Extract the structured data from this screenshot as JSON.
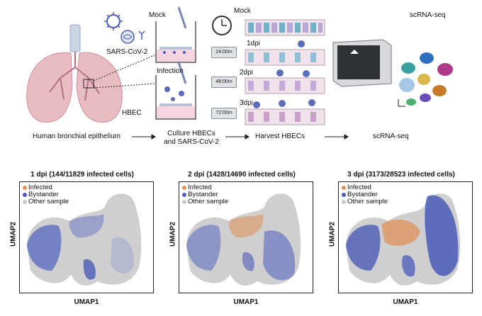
{
  "schematic": {
    "virus_label": "SARS-CoV-2",
    "mock_label": "Mock",
    "infection_label": "Infection",
    "hbec_label": "HBEC",
    "harvest_mock_label": "Mock",
    "timepoints": [
      "1dpi",
      "2dpi",
      "3dpi"
    ],
    "timers": [
      "24:00m",
      "48:00m",
      "72:00m"
    ],
    "scrna_title": "scRNA-seq"
  },
  "flow": {
    "step1": "Human bronchial epithelium",
    "step2_line1": "Culture HBECs",
    "step2_line2": "and SARS-CoV-2",
    "step3": "Harvest HBECs",
    "step4": "scRNA-seq"
  },
  "panels": [
    {
      "title": "1 dpi (144/11829 infected cells)",
      "xlabel": "UMAP1",
      "ylabel": "UMAP2",
      "legend": [
        "Infected",
        "Bystander",
        "Other sample"
      ]
    },
    {
      "title": "2 dpi (1428/14690 infected cells)",
      "xlabel": "UMAP1",
      "ylabel": "UMAP2",
      "legend": [
        "Infected",
        "Bystander",
        "Other sample"
      ]
    },
    {
      "title": "3 dpi (3173/28523 infected cells)",
      "xlabel": "UMAP1",
      "ylabel": "UMAP2",
      "legend": [
        "Infected",
        "Bystander",
        "Other sample"
      ]
    }
  ],
  "colors": {
    "infected": "#e0915a",
    "bystander": "#4a5bb8",
    "other": "#c9c9c9",
    "virus": "#5b6db8",
    "lung": "#e8b8c0",
    "media": "#f5d0dc"
  }
}
